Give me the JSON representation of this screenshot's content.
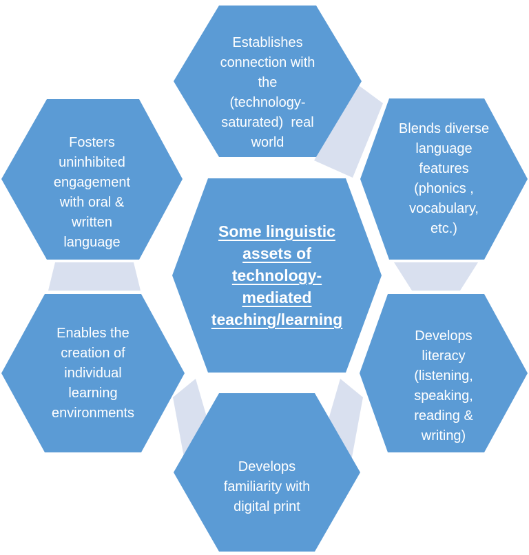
{
  "diagram": {
    "title": "Some linguistic assets of technology-mediated teaching/learning hexagon diagram",
    "center": {
      "text": "Some linguistic\nassets of\ntechnology-\nmediated\nteaching/learning"
    },
    "nodes": [
      {
        "id": "top",
        "text": "Establishes\nconnection with\nthe\n(technology-\nsaturated)  real\nworld"
      },
      {
        "id": "top-right",
        "text": "Blends diverse\nlanguage\nfeatures\n(phonics ,\nvocabulary,\netc.)"
      },
      {
        "id": "bottom-right",
        "text": "Develops\nliteracy\n(listening,\nspeaking,\nreading &\nwriting)"
      },
      {
        "id": "bottom",
        "text": "Develops\nfamiliarity with\ndigital print"
      },
      {
        "id": "bottom-left",
        "text": "Enables the\ncreation of\nindividual\nlearning\nenvironments"
      },
      {
        "id": "top-left",
        "text": "Fosters\nuninhibited\nengagement\nwith oral &\nwritten\nlanguage"
      }
    ],
    "connectors": [
      {
        "from": "top",
        "to": "top-right"
      },
      {
        "from": "top-right",
        "to": "bottom-right"
      },
      {
        "from": "bottom-right",
        "to": "bottom"
      },
      {
        "from": "bottom",
        "to": "bottom-left"
      },
      {
        "from": "bottom-left",
        "to": "top-left"
      }
    ],
    "colors": {
      "hexagon_fill": "#5b9bd5",
      "connector_fill": "#d9e0ef",
      "text": "#ffffff",
      "background": "#ffffff"
    }
  }
}
